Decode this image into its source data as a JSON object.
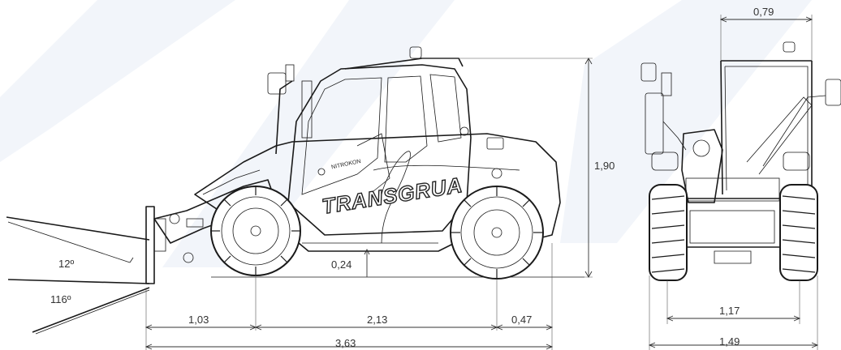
{
  "brand_logo": "TRANSGRUA",
  "model_badge": "NITROKON",
  "side_view": {
    "fork_tilt_up": "12º",
    "fork_tilt_down": "116º",
    "height": "1,90",
    "ground_clearance": "0,24",
    "front_overhang": "1,03",
    "wheelbase": "2,13",
    "rear_overhang": "0,47",
    "total_length": "3,63"
  },
  "front_view": {
    "cab_width": "0,79",
    "track_width": "1,17",
    "total_width": "1,49"
  }
}
